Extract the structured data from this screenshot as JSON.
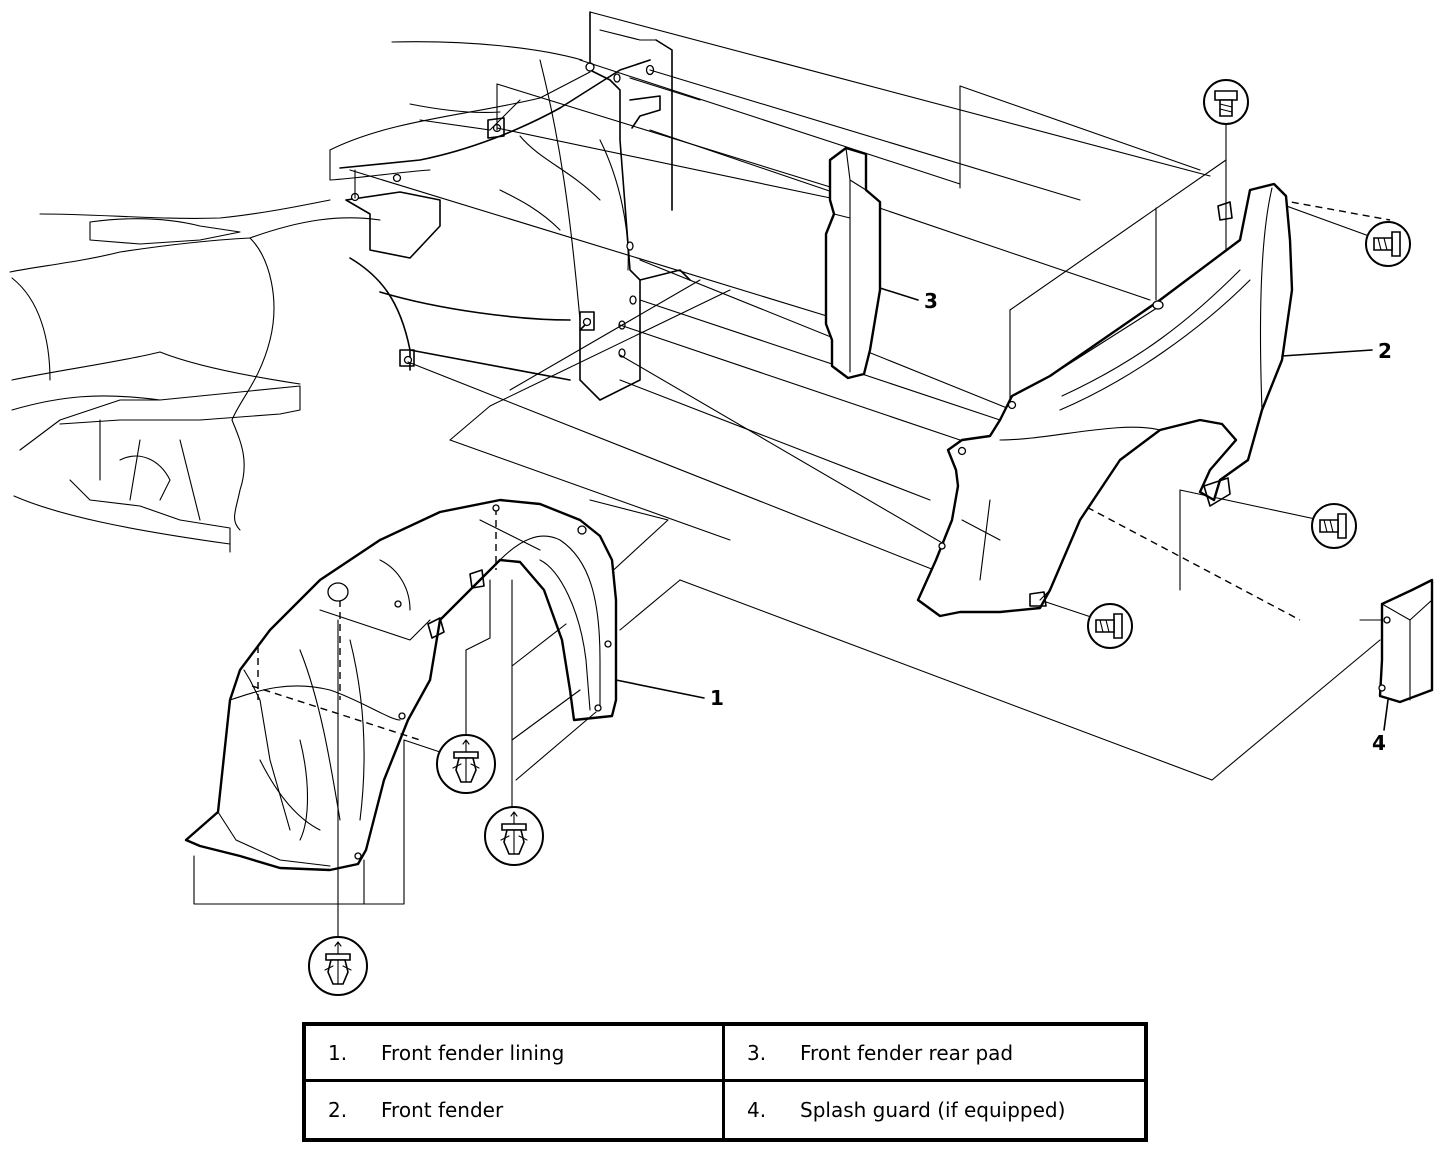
{
  "callouts": {
    "c1": "1",
    "c2": "2",
    "c3": "3",
    "c4": "4"
  },
  "legend": {
    "items": [
      {
        "number": "1.",
        "label": "Front fender lining"
      },
      {
        "number": "3.",
        "label": "Front fender rear pad"
      },
      {
        "number": "2.",
        "label": "Front fender"
      },
      {
        "number": "4.",
        "label": "Splash guard (if equipped)"
      }
    ]
  },
  "icons": {
    "fastener_bolt": "bolt-icon",
    "fastener_clip": "clip-icon"
  }
}
